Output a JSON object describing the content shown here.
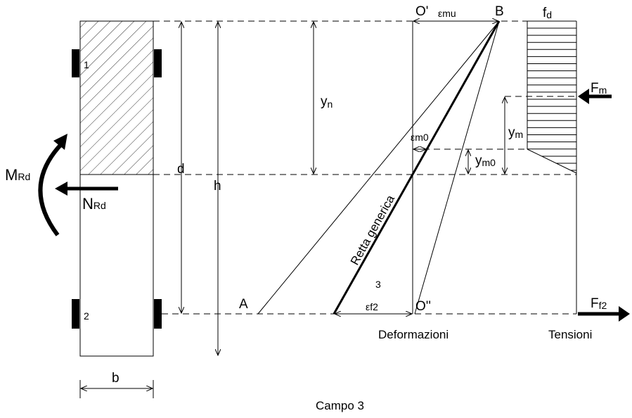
{
  "labels": {
    "o_prime": "O'",
    "eps_mu": "εmu",
    "B": "B",
    "fd_main": "f",
    "fd_sub": "d",
    "Fm_main": "F",
    "Fm_sub": "m",
    "yn_main": "y",
    "yn_sub": "n",
    "eps_m0": "εm0",
    "ym_main": "y",
    "ym_sub": "m",
    "ym0_main": "y",
    "ym0_sub": "m0",
    "d": "d",
    "h": "h",
    "MRd_main": "M",
    "MRd_sub": "Rd",
    "NRd_main": "N",
    "NRd_sub": "Rd",
    "bar1": "1",
    "bar2": "2",
    "A": "A",
    "field_number": "3",
    "eps_f2": "εf2",
    "o_double": "O''",
    "Ff2_main": "F",
    "Ff2_sub": "f2",
    "retta": "Retta generica",
    "deformazioni": "Deformazioni",
    "tensioni": "Tensioni",
    "b": "b",
    "caption": "Campo 3"
  }
}
